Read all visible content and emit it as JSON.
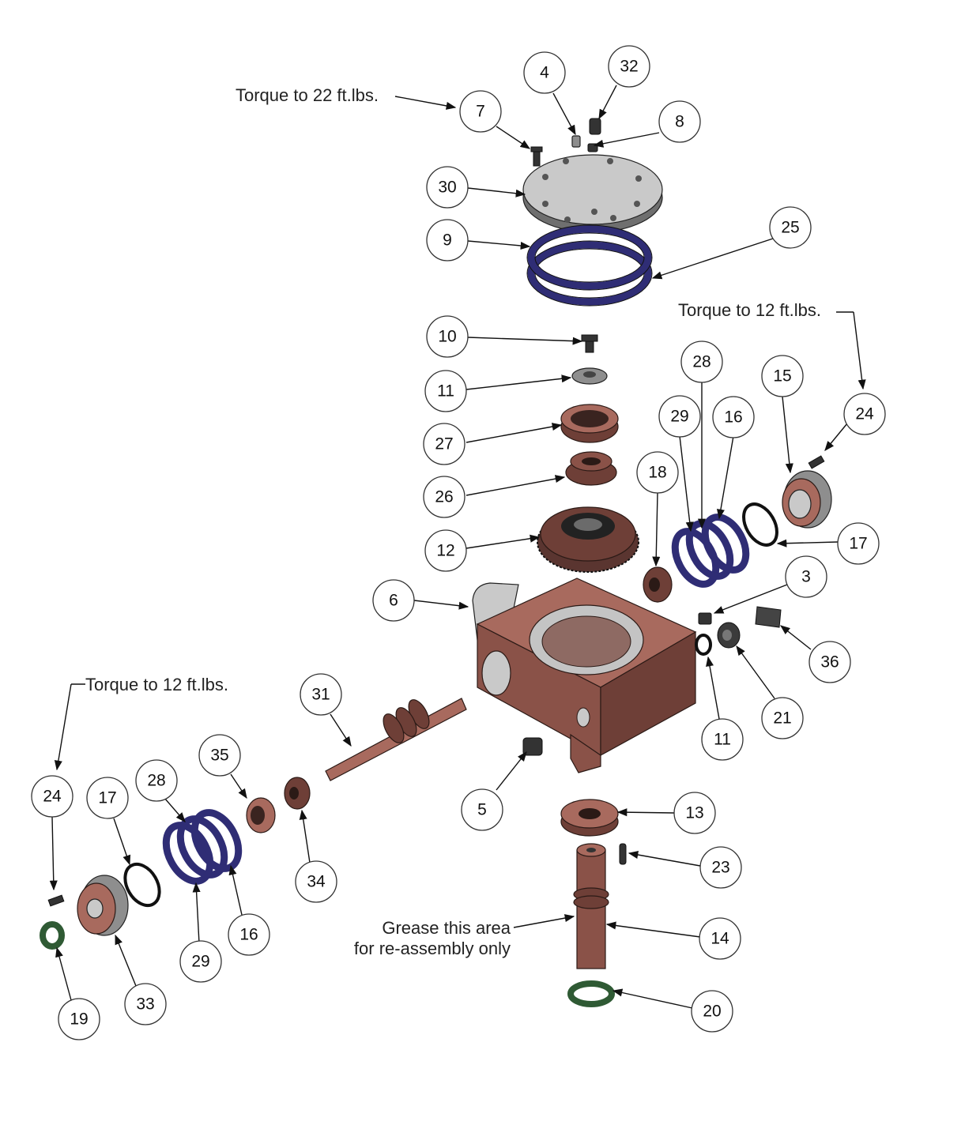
{
  "notes": {
    "torque_22": "Torque to 22 ft.lbs.",
    "torque_12_right": "Torque to 12 ft.lbs.",
    "torque_12_left": "Torque to 12 ft.lbs.",
    "grease_line1": "Grease this area",
    "grease_line2": "for re-assembly only"
  },
  "callouts": {
    "c4": "4",
    "c32": "32",
    "c7": "7",
    "c8": "8",
    "c30": "30",
    "c9": "9",
    "c25": "25",
    "c10": "10",
    "c11a": "11",
    "c27": "27",
    "c26": "26",
    "c12": "12",
    "c28a": "28",
    "c29a": "29",
    "c16a": "16",
    "c15": "15",
    "c24a": "24",
    "c18": "18",
    "c17a": "17",
    "c6": "6",
    "c3": "3",
    "c36": "36",
    "c11b": "11",
    "c21": "21",
    "c31": "31",
    "c35": "35",
    "c28b": "28",
    "c24b": "24",
    "c17b": "17",
    "c5": "5",
    "c13": "13",
    "c34": "34",
    "c23": "23",
    "c14": "14",
    "c16b": "16",
    "c29b": "29",
    "c19": "19",
    "c33": "33",
    "c20": "20"
  },
  "colors": {
    "housing": "#8a5248",
    "gasket": "#2f2d75",
    "seal": "#2f5a34",
    "cover": "#c9c9c9"
  }
}
